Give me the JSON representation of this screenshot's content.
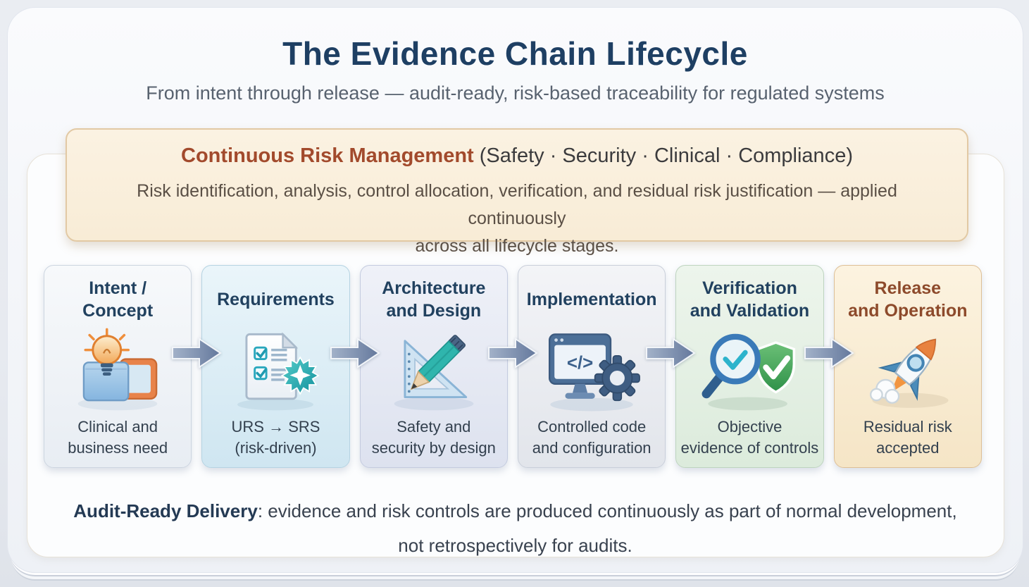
{
  "header": {
    "title": "The Evidence Chain Lifecycle",
    "subtitle": "From intent through release — audit-ready, risk-based traceability for regulated systems"
  },
  "risk_banner": {
    "heading_strong": "Continuous Risk Management",
    "heading_rest": " (Safety · Security · Clinical · Compliance)",
    "body": "Risk identification, analysis, control allocation, verification, and residual risk justification — applied continuously\nacross all lifecycle stages."
  },
  "stages": [
    {
      "title": "Intent /\nConcept",
      "caption": "Clinical and\nbusiness need",
      "icon": "lightbulb-idea-icon"
    },
    {
      "title": "Requirements",
      "caption": "URS → SRS\n(risk-driven)",
      "icon": "checklist-document-icon"
    },
    {
      "title": "Architecture\nand Design",
      "caption": "Safety and\nsecurity by design",
      "icon": "set-square-pencil-icon"
    },
    {
      "title": "Implementation",
      "caption": "Controlled code\nand configuration",
      "icon": "code-monitor-gear-icon"
    },
    {
      "title": "Verification\nand Validation",
      "caption": "Objective\nevidence of controls",
      "icon": "magnifier-shield-check-icon"
    },
    {
      "title": "Release\nand Operation",
      "caption": "Residual risk\naccepted",
      "icon": "rocket-icon"
    }
  ],
  "arrows": {
    "icon": "arrow-right-icon",
    "count": 5
  },
  "footer": {
    "strong": "Audit-Ready Delivery",
    "rest": ": evidence and risk controls are produced continuously as part of normal development,\nnot retrospectively for audits."
  },
  "colors": {
    "title_navy": "#1e3f63",
    "subtitle_gray": "#58626f",
    "banner_bg": "#f8ecd6",
    "banner_border": "#e2c9a4",
    "banner_accent_rust": "#a24a2c",
    "release_accent_rust": "#8d4a2b",
    "caption_slate": "#33404e",
    "arrow_steel_blue": "#69809f",
    "verification_green": "#2f9149",
    "teal": "#2cb3cc"
  }
}
